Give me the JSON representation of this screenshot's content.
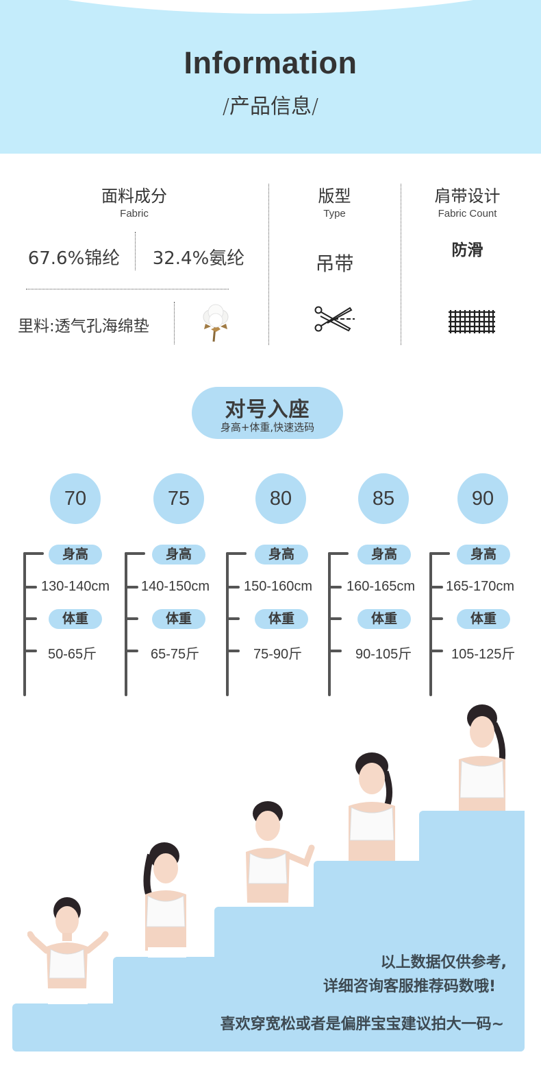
{
  "header": {
    "title": "Information",
    "subtitle": "/产品信息/"
  },
  "info": {
    "fabric": {
      "title": "面料成分",
      "subtitle": "Fabric",
      "components": [
        "67.6%锦纶",
        "32.4%氨纶"
      ],
      "lining": "里料:透气孔海绵垫",
      "icon": "cotton-flower-icon"
    },
    "type": {
      "title": "版型",
      "subtitle": "Type",
      "value": "吊带",
      "icon": "scissors-icon"
    },
    "strap": {
      "title": "肩带设计",
      "subtitle": "Fabric Count",
      "value": "防滑",
      "icon": "mesh-grid-icon"
    }
  },
  "size_guide": {
    "title": "对号入座",
    "subtitle": "身高+体重,快速选码",
    "height_label": "身高",
    "weight_label": "体重",
    "sizes": [
      {
        "size": "70",
        "height": "130-140cm",
        "weight": "50-65斤"
      },
      {
        "size": "75",
        "height": "140-150cm",
        "weight": "65-75斤"
      },
      {
        "size": "80",
        "height": "150-160cm",
        "weight": "75-90斤"
      },
      {
        "size": "85",
        "height": "160-165cm",
        "weight": "90-105斤"
      },
      {
        "size": "90",
        "height": "165-170cm",
        "weight": "105-125斤"
      }
    ]
  },
  "notes": {
    "line1": "以上数据仅供参考,",
    "line2": "详细咨询客服推荐码数哦!",
    "line3": "喜欢穿宽松或者是偏胖宝宝建议拍大一码~"
  },
  "colors": {
    "header_bg": "#c4ecfb",
    "accent_blue": "#b3ddf5",
    "text_dark": "#3a3a3a",
    "bracket": "#555555"
  }
}
